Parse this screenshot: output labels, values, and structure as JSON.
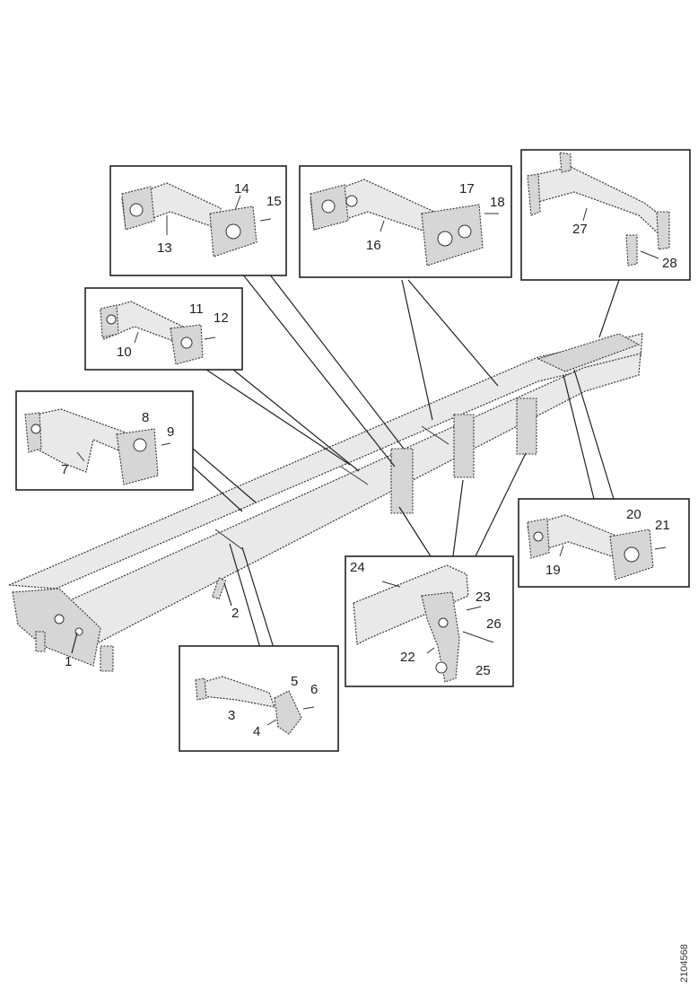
{
  "callouts": {
    "c1": "1",
    "c2": "2",
    "c3": "3",
    "c4": "4",
    "c5": "5",
    "c6": "6",
    "c7": "7",
    "c8": "8",
    "c9": "9",
    "c10": "10",
    "c11": "11",
    "c12": "12",
    "c13": "13",
    "c14": "14",
    "c15": "15",
    "c16": "16",
    "c17": "17",
    "c18": "18",
    "c19": "19",
    "c20": "20",
    "c21": "21",
    "c22": "22",
    "c23": "23",
    "c24": "24",
    "c25": "25",
    "c26": "26",
    "c27": "27",
    "c28": "28"
  },
  "document_number": "2104568"
}
